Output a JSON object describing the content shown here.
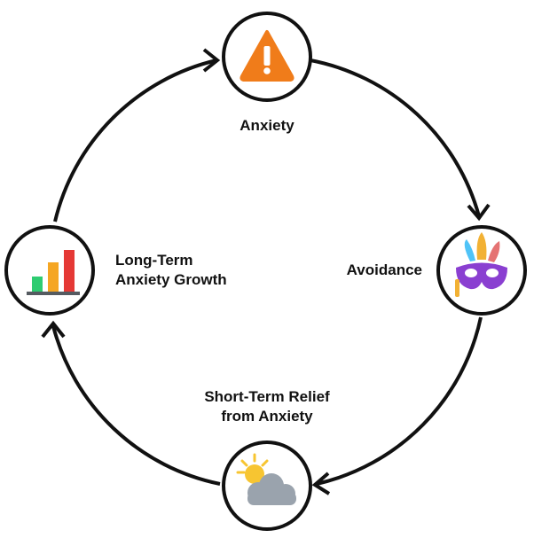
{
  "diagram": {
    "nodes": [
      {
        "id": "anxiety",
        "icon": "warning-triangle-icon",
        "color": "#f07c1a",
        "label_lines": [
          "Anxiety"
        ]
      },
      {
        "id": "avoidance",
        "icon": "carnival-mask-icon",
        "color": "#8a3fd1",
        "label_lines": [
          "Avoidance"
        ]
      },
      {
        "id": "relief",
        "icon": "sun-behind-cloud-icon",
        "color": "#f7c531",
        "label_lines": [
          "Short-Term Relief",
          "from Anxiety"
        ]
      },
      {
        "id": "growth",
        "icon": "bar-chart-icon",
        "color": "#e53935",
        "label_lines": [
          "Long-Term",
          "Anxiety Growth"
        ]
      }
    ],
    "cycle_direction": "clockwise",
    "arrow_color": "#111111"
  }
}
